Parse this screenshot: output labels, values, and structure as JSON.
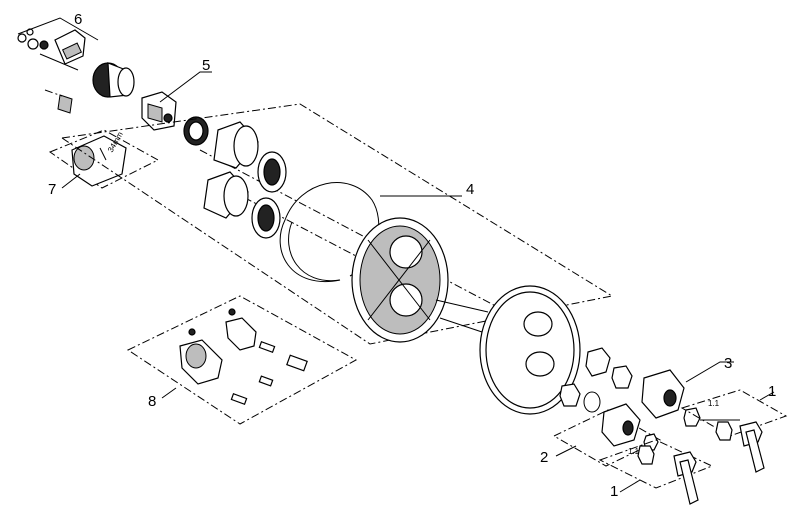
{
  "diagram": {
    "callouts": [
      "6",
      "5",
      "7",
      "4",
      "8",
      "3",
      "2",
      "1",
      "1"
    ],
    "sub_labels": [
      "1.1",
      "1.1"
    ],
    "tool_label": "34mm"
  }
}
